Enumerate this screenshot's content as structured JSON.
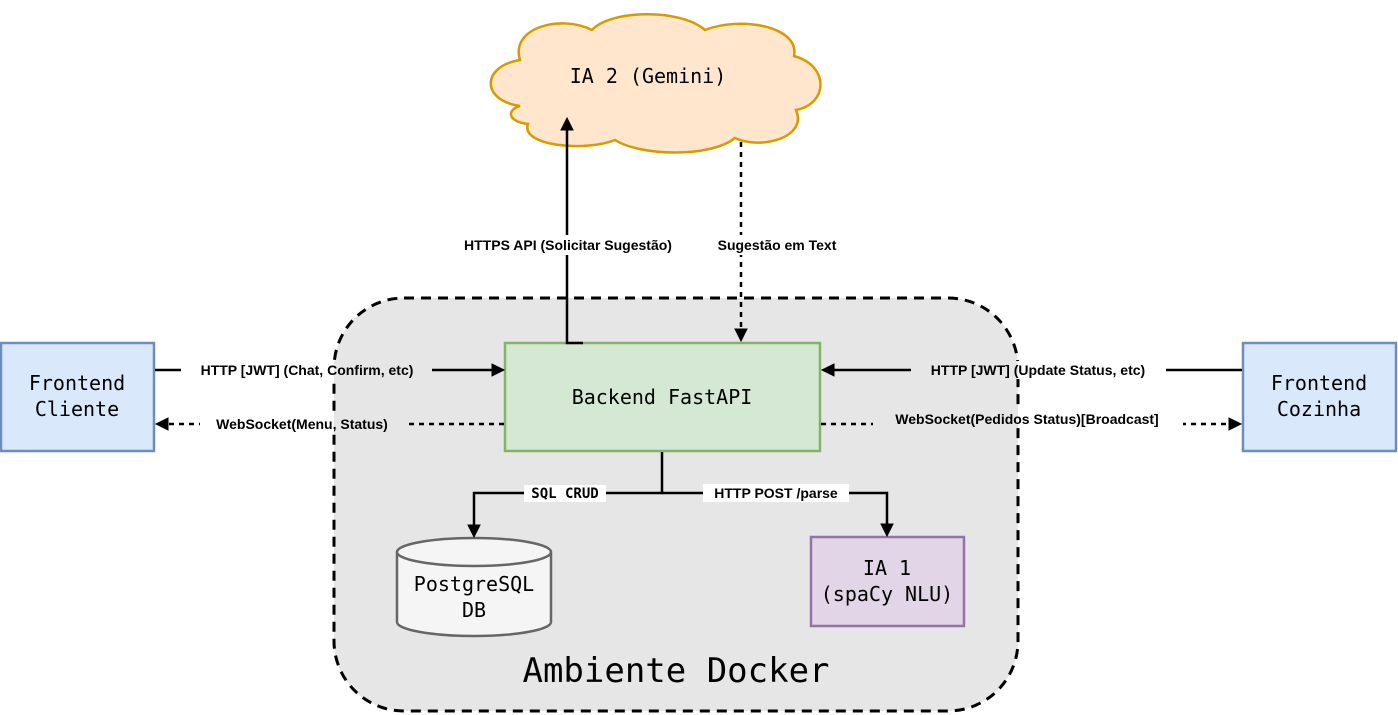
{
  "nodes": {
    "cloud_ia2": "IA 2 (Gemini)",
    "backend": "Backend FastAPI",
    "frontend_cliente": [
      "Frontend",
      "Cliente"
    ],
    "frontend_cozinha": [
      "Frontend",
      "Cozinha"
    ],
    "postgres": [
      "PostgreSQL",
      "DB"
    ],
    "ia1": [
      "IA 1",
      "(spaCy NLU)"
    ],
    "docker_env": "Ambiente Docker"
  },
  "edges": {
    "to_gemini": "HTTPS API (Solicitar Sugestão)",
    "from_gemini": "Sugestão em Text",
    "cliente_http": "HTTP [JWT] (Chat, Confirm, etc)",
    "cliente_ws": "WebSocket(Menu, Status)",
    "cozinha_http": "HTTP [JWT] (Update Status, etc)",
    "cozinha_ws": "WebSocket(Pedidos Status)[Broadcast]",
    "sql": "SQL  CRUD",
    "parse": "HTTP POST /parse"
  },
  "colors": {
    "cloud_fill": "#ffe6cc",
    "cloud_stroke": "#d79b00",
    "backend_fill": "#d5e8d4",
    "backend_stroke": "#82b366",
    "frontend_fill": "#dae8fc",
    "frontend_stroke": "#6c8ebf",
    "db_fill": "#f5f5f5",
    "db_stroke": "#666666",
    "ia1_fill": "#e1d5e7",
    "ia1_stroke": "#9673a6",
    "docker_fill": "#e6e6e6"
  }
}
